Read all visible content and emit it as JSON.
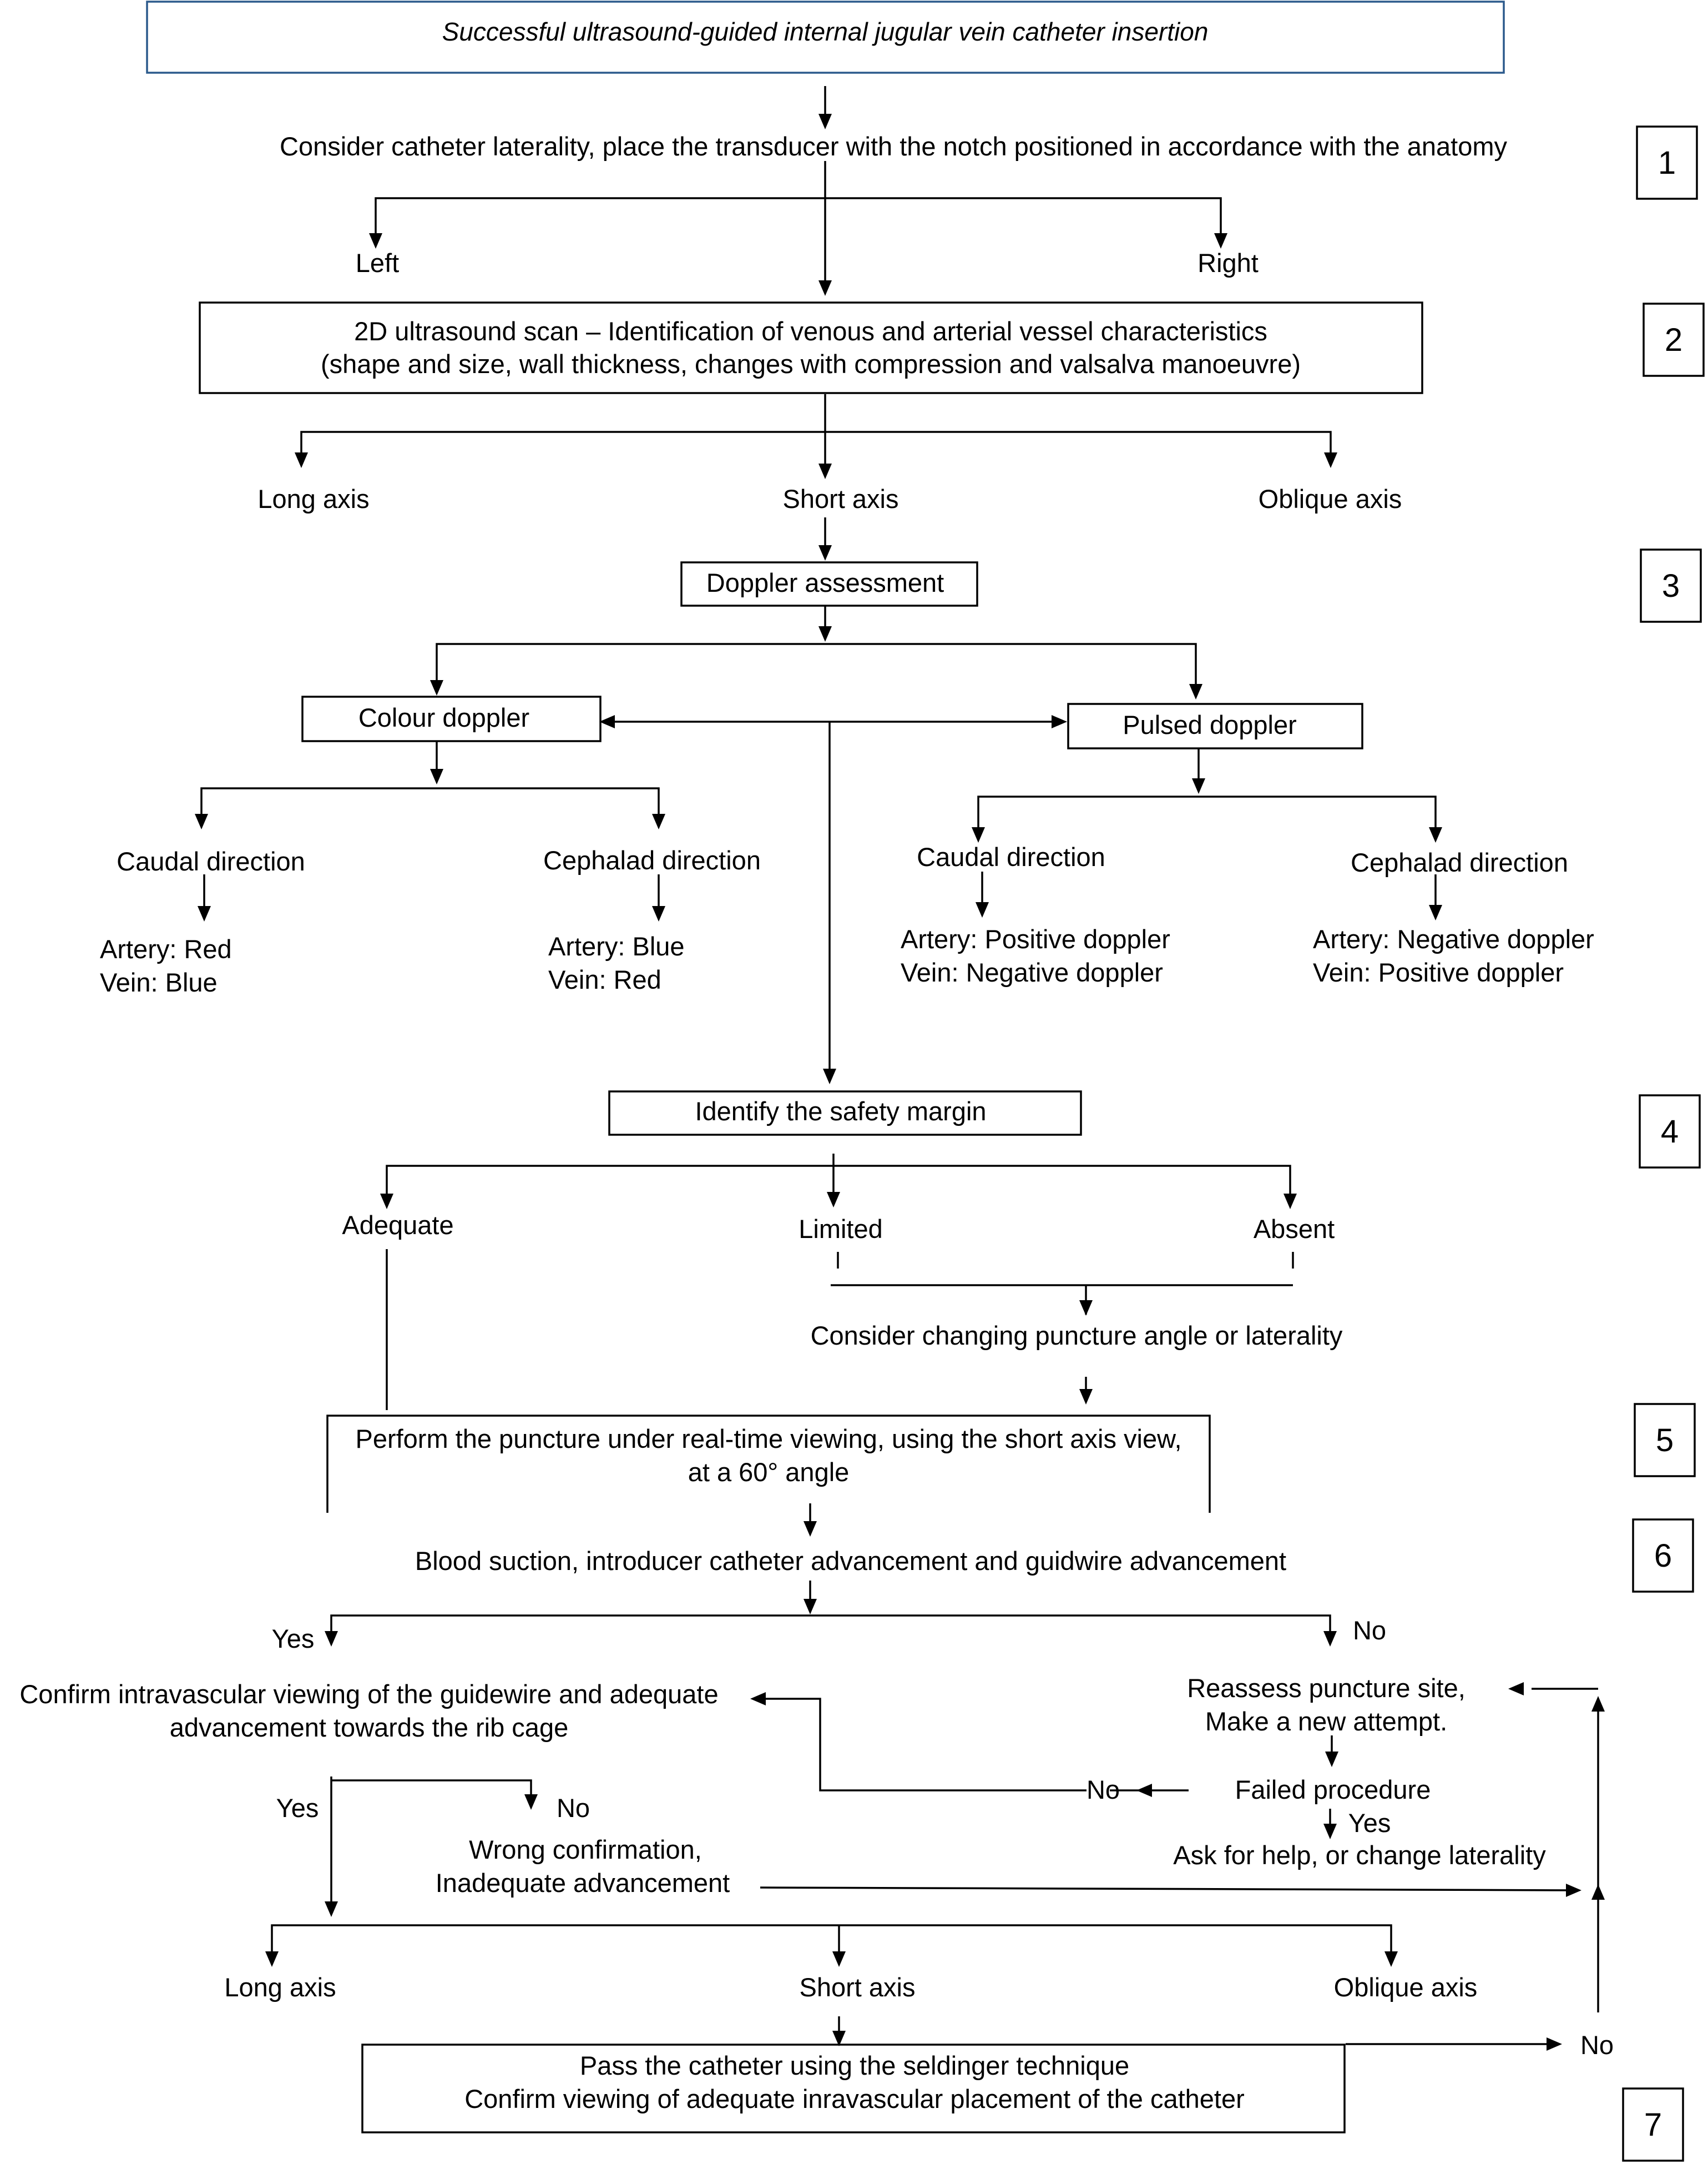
{
  "title": "Successful ultrasound-guided internal jugular vein catheter insertion",
  "steps": [
    "1",
    "2",
    "3",
    "4",
    "5",
    "6",
    "7"
  ],
  "step1": {
    "text": "Consider catheter laterality,  place the transducer with the notch positioned in accordance with the anatomy",
    "left": "Left",
    "right": "Right"
  },
  "step2": {
    "line1": "2D ultrasound scan – Identification of venous and arterial vessel characteristics",
    "line2": "(shape and size, wall thickness, changes with compression and valsalva manoeuvre)",
    "long_axis": "Long axis",
    "short_axis": "Short axis",
    "oblique_axis": "Oblique axis"
  },
  "step3": {
    "doppler": "Doppler assessment",
    "colour": "Colour doppler",
    "pulsed": "Pulsed doppler",
    "colour_caudal": "Caudal direction",
    "colour_cephalad": "Cephalad direction",
    "colour_caudal_artery": "Artery: Red",
    "colour_caudal_vein": "Vein: Blue",
    "colour_cephalad_artery": "Artery: Blue",
    "colour_cephalad_vein": "Vein: Red",
    "pulsed_caudal": "Caudal direction",
    "pulsed_cephalad": "Cephalad direction",
    "pulsed_caudal_artery": "Artery: Positive doppler",
    "pulsed_caudal_vein": "Vein: Negative doppler",
    "pulsed_cephalad_artery": "Artery: Negative doppler",
    "pulsed_cephalad_vein": "Vein: Positive doppler"
  },
  "step4": {
    "safety": "Identify the safety margin",
    "adequate": "Adequate",
    "limited": "Limited",
    "absent": "Absent",
    "consider": "Consider changing puncture angle or laterality"
  },
  "step5": {
    "line1": "Perform the puncture under real-time viewing, using the short axis view,",
    "line2": "at a 60° angle"
  },
  "step6": {
    "text": "Blood suction, introducer catheter advancement and guidwire advancement",
    "yes": "Yes",
    "no": "No",
    "confirm1": "Confirm intravascular viewing of the guidewire and adequate",
    "confirm2": "advancement towards the rib cage",
    "reassess1": "Reassess puncture site,",
    "reassess2": "Make a new attempt.",
    "failed": "Failed procedure",
    "failed_no": "No",
    "failed_yes": "Yes",
    "ask_help": "Ask for help, or change laterality",
    "confirm_yes": "Yes",
    "confirm_no": "No",
    "wrong1": "Wrong confirmation,",
    "wrong2": "Inadequate advancement",
    "long_axis": "Long axis",
    "short_axis": "Short axis",
    "oblique_axis": "Oblique axis"
  },
  "step7": {
    "line1": "Pass the catheter using the seldinger technique",
    "line2": "Confirm viewing of adequate inravascular placement of the catheter",
    "no": "No"
  }
}
